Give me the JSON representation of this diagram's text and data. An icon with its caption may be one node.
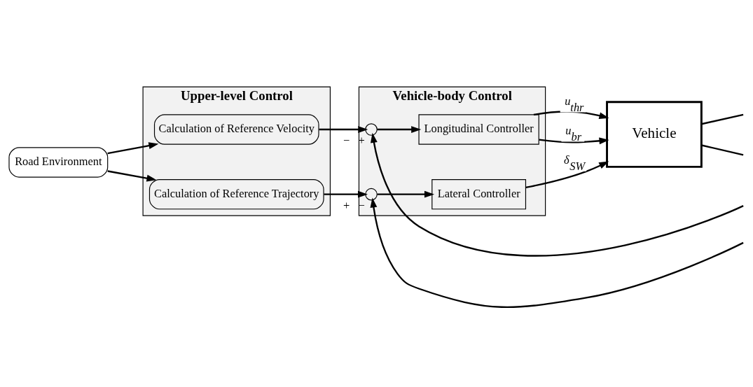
{
  "diagram": {
    "nodes": [
      {
        "text": [
          "Upper-level Control"
        ]
      },
      {
        "text": [
          "Vehicle-body Control"
        ]
      },
      {
        "text": [
          "Road Environment"
        ]
      },
      {
        "text": [
          "Calculation of Reference Velocity"
        ],
        "in": 0
      },
      {
        "text": [
          "Calculation of Reference Trajectory"
        ],
        "in": 0
      },
      {
        "text": [],
        "shape": "circle",
        "in": 1,
        "beside": [
          "−",
          "+"
        ]
      },
      {
        "text": [
          "Longitudinal Controller"
        ],
        "in": 1
      },
      {
        "text": [],
        "shape": "circle",
        "in": 1,
        "beside": [
          "+",
          "−"
        ]
      },
      {
        "text": [
          "Lateral Controller"
        ],
        "in": 1
      },
      {
        "text": [
          "Vehicle"
        ]
      }
    ],
    "edges": [
      {
        "from": 2,
        "to": 3,
        "arrow": "to"
      },
      {
        "from": 2,
        "to": 4,
        "arrow": "to"
      },
      {
        "from": 3,
        "to": 5,
        "arrow": "to"
      },
      {
        "from": 4,
        "to": 7,
        "arrow": "to"
      },
      {
        "from": 5,
        "to": 6,
        "arrow": "to"
      },
      {
        "from": 7,
        "to": 8,
        "arrow": "to"
      },
      {
        "from": 6,
        "to": 9,
        "arrow": "to",
        "label": "u$_{thr}$"
      },
      {
        "from": 6,
        "to": 9,
        "arrow": "to",
        "label": "u$_{br}$"
      },
      {
        "from": 8,
        "to": 9,
        "arrow": "to",
        "label": "δ$_{SW}$"
      },
      {
        "from": 9,
        "to": null,
        "arrow": "none"
      },
      {
        "from": 9,
        "to": null,
        "arrow": "none"
      },
      {
        "from": null,
        "to": 5,
        "arrow": "to"
      },
      {
        "from": null,
        "to": 7,
        "arrow": "to"
      }
    ]
  }
}
